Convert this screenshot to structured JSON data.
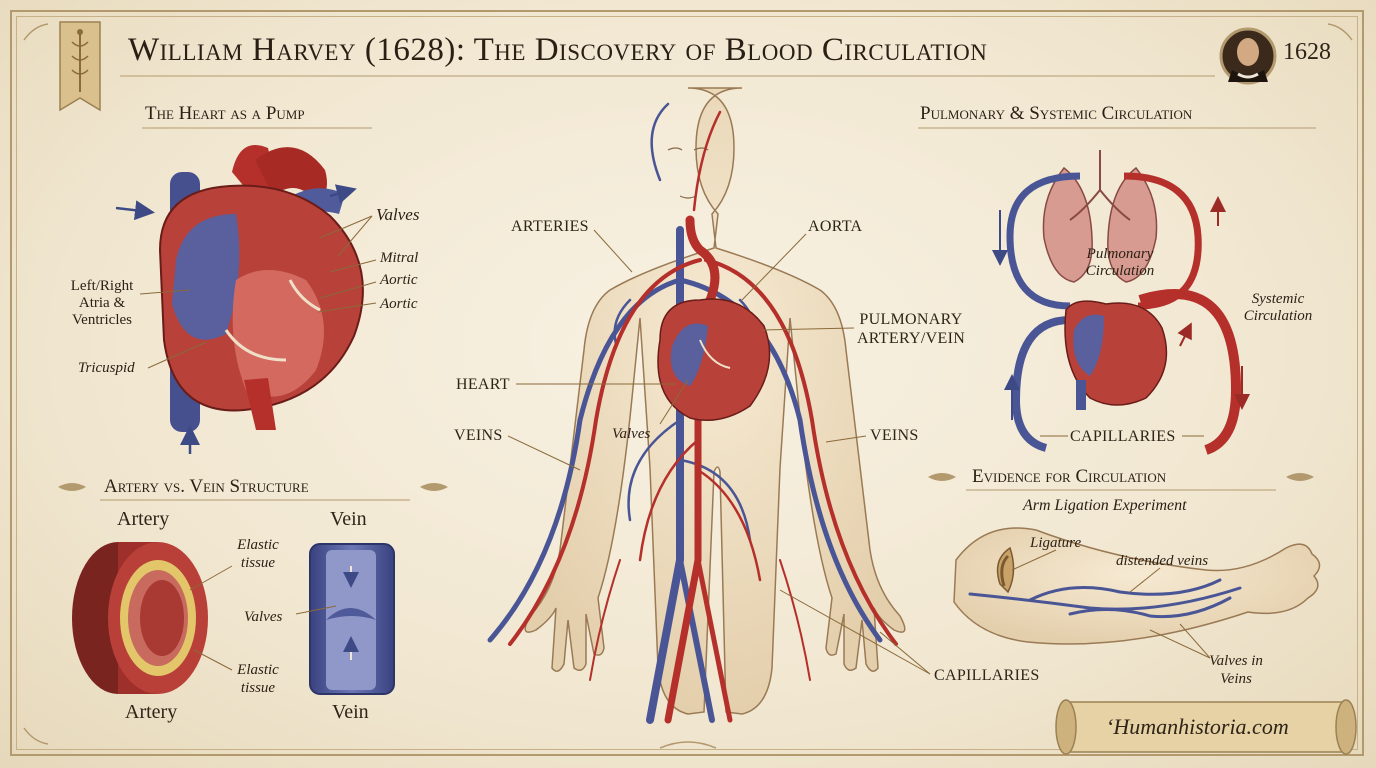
{
  "title": "William Harvey (1628): The Discovery of Blood Circulation",
  "year": "1628",
  "heart_section": {
    "heading": "The Heart as a Pump",
    "valves": "Valves",
    "mitral": "Mitral",
    "aortic_1": "Aortic",
    "aortic_2": "Aortic",
    "chambers_line1": "Left/Right",
    "chambers_line2": "Atria &",
    "chambers_line3": "Ventricles",
    "tricuspid": "Tricuspid"
  },
  "vessel_section": {
    "heading": "Artery vs. Vein Structure",
    "artery_top": "Artery",
    "vein_top": "Vein",
    "elastic_1_line1": "Elastic",
    "elastic_1_line2": "tissue",
    "valves": "Valves",
    "elastic_2_line1": "Elastic",
    "elastic_2_line2": "tissue",
    "artery_bottom": "Artery",
    "vein_bottom": "Vein"
  },
  "body_labels": {
    "arteries": "ARTERIES",
    "aorta": "AORTA",
    "pulmonary_line1": "PULMONARY",
    "pulmonary_line2": "ARTERY/VEIN",
    "heart": "HEART",
    "veins_left": "VEINS",
    "valves": "Valves",
    "veins_right": "VEINS",
    "capillaries": "CAPILLARIES"
  },
  "circulation_section": {
    "heading": "Pulmonary & Systemic Circulation",
    "pulmonary_line1": "Pulmonary",
    "pulmonary_line2": "Circulation",
    "systemic_line1": "Systemic",
    "systemic_line2": "Circulation",
    "capillaries": "CAPILLARIES"
  },
  "evidence_section": {
    "heading": "Evidence for Circulation",
    "subheading": "Arm Ligation Experiment",
    "ligature": "Ligature",
    "distended": "distended veins",
    "valves_line1": "Valves in",
    "valves_line2": "Veins"
  },
  "website": "‘Humanhistoria.com",
  "colors": {
    "artery_red": "#b5302b",
    "vein_blue": "#4a5596",
    "parchment": "#f1e8d4",
    "ink": "#2a1f14",
    "frame_gold": "#b39a6e"
  },
  "icons": {
    "banner": "caduceus-banner-icon",
    "portrait": "william-harvey-portrait-icon"
  }
}
